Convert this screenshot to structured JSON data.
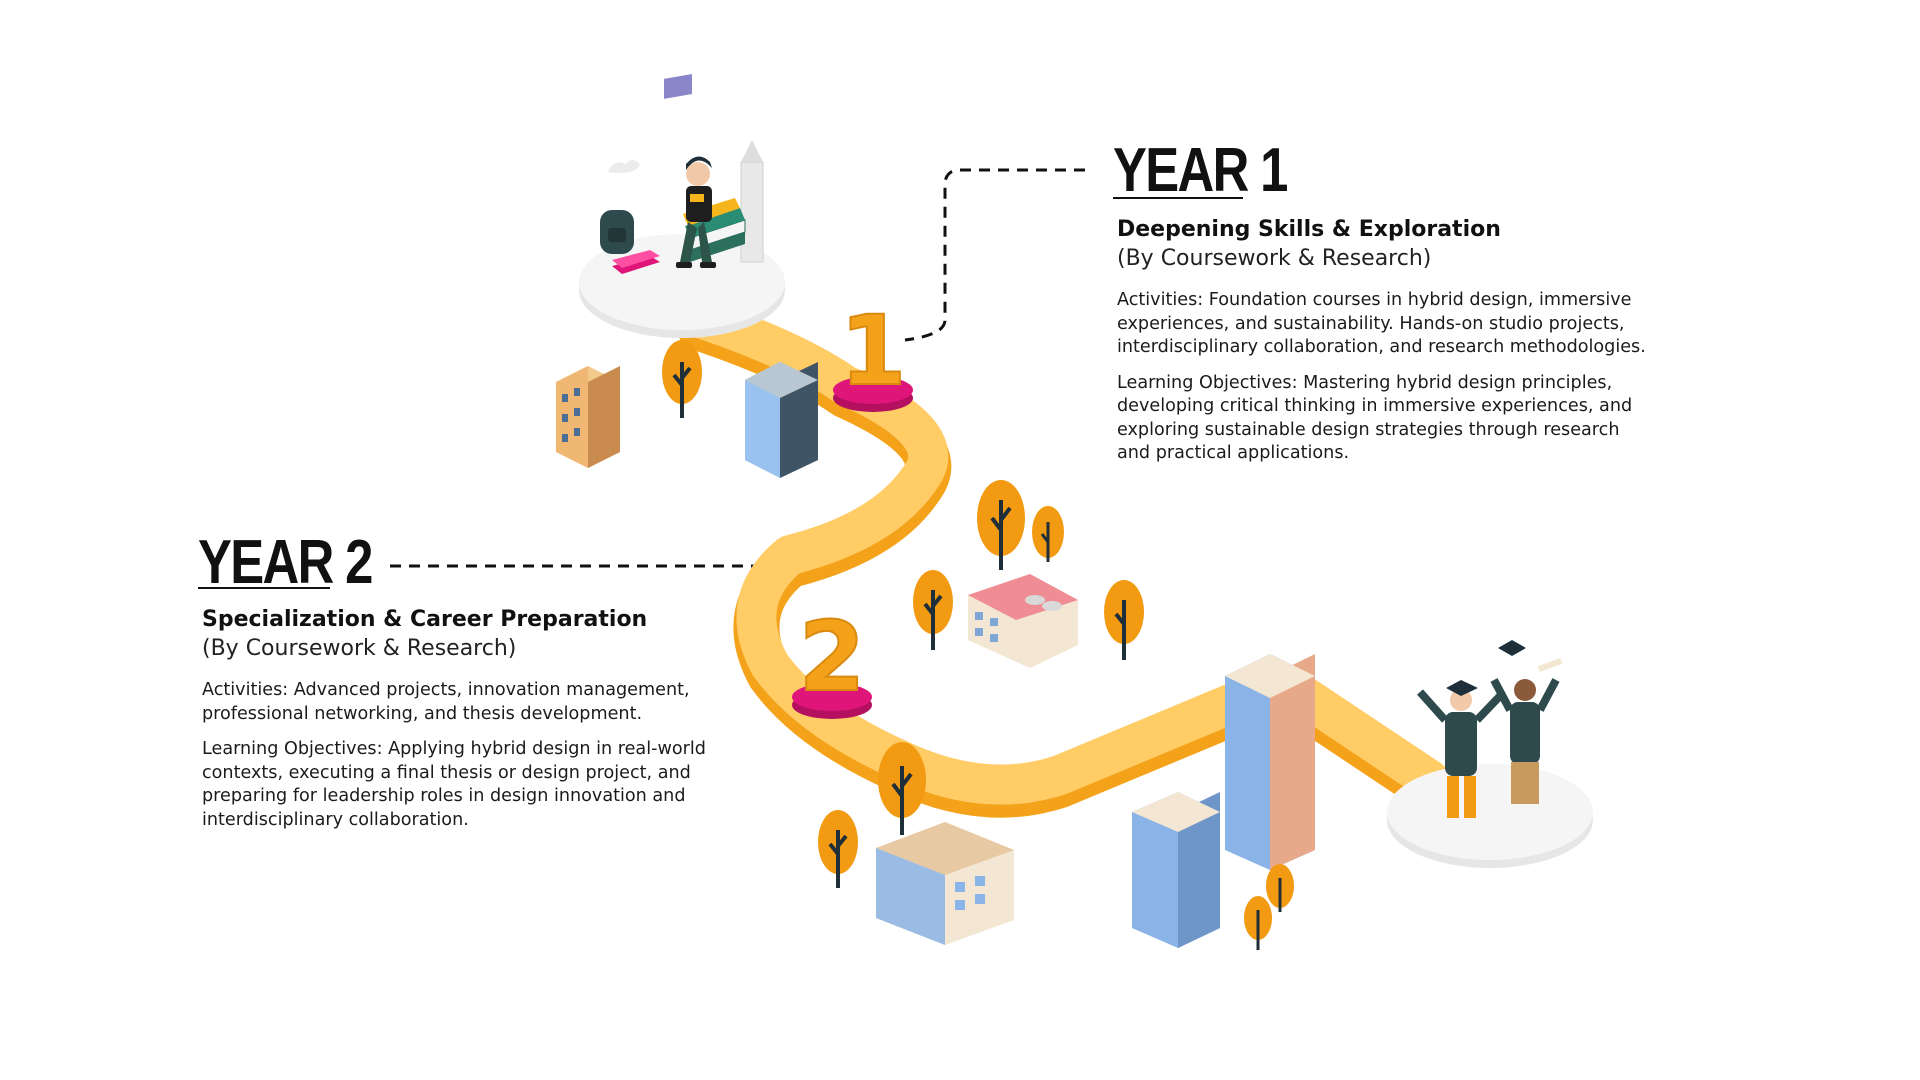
{
  "year1": {
    "marker": "1",
    "title": "YEAR 1",
    "heading": "Deepening Skills & Exploration",
    "subheading": "(By Coursework & Research)",
    "activities": "Activities: Foundation courses in hybrid design, immersive experiences, and sustainability. Hands-on studio projects, interdisciplinary collaboration, and research methodologies.",
    "objectives": "Learning Objectives: Mastering hybrid design principles, developing critical thinking in immersive experiences, and exploring sustainable design strategies through research and practical applications."
  },
  "year2": {
    "marker": "2",
    "title": "YEAR 2",
    "heading": "Specialization & Career Preparation",
    "subheading": "(By Coursework & Research)",
    "activities": "Activities: Advanced projects, innovation management, professional networking, and thesis development.",
    "objectives": "Learning Objectives: Applying hybrid design in real-world contexts, executing a final thesis or design project, and preparing for leadership roles in design innovation and interdisciplinary collaboration."
  },
  "colors": {
    "road": "#FFCC66",
    "road_edge": "#F5A21B",
    "tree": "#F29A12",
    "marker_base": "#E0157A",
    "building_blue": "#8AB4E8",
    "building_cream": "#F3E6D2",
    "roof_pink": "#F08C94"
  },
  "icons": [
    "student-with-laptop-icon",
    "graduates-celebrating-icon",
    "building-icon",
    "tree-icon",
    "backpack-icon",
    "pencil-icon",
    "books-icon"
  ]
}
